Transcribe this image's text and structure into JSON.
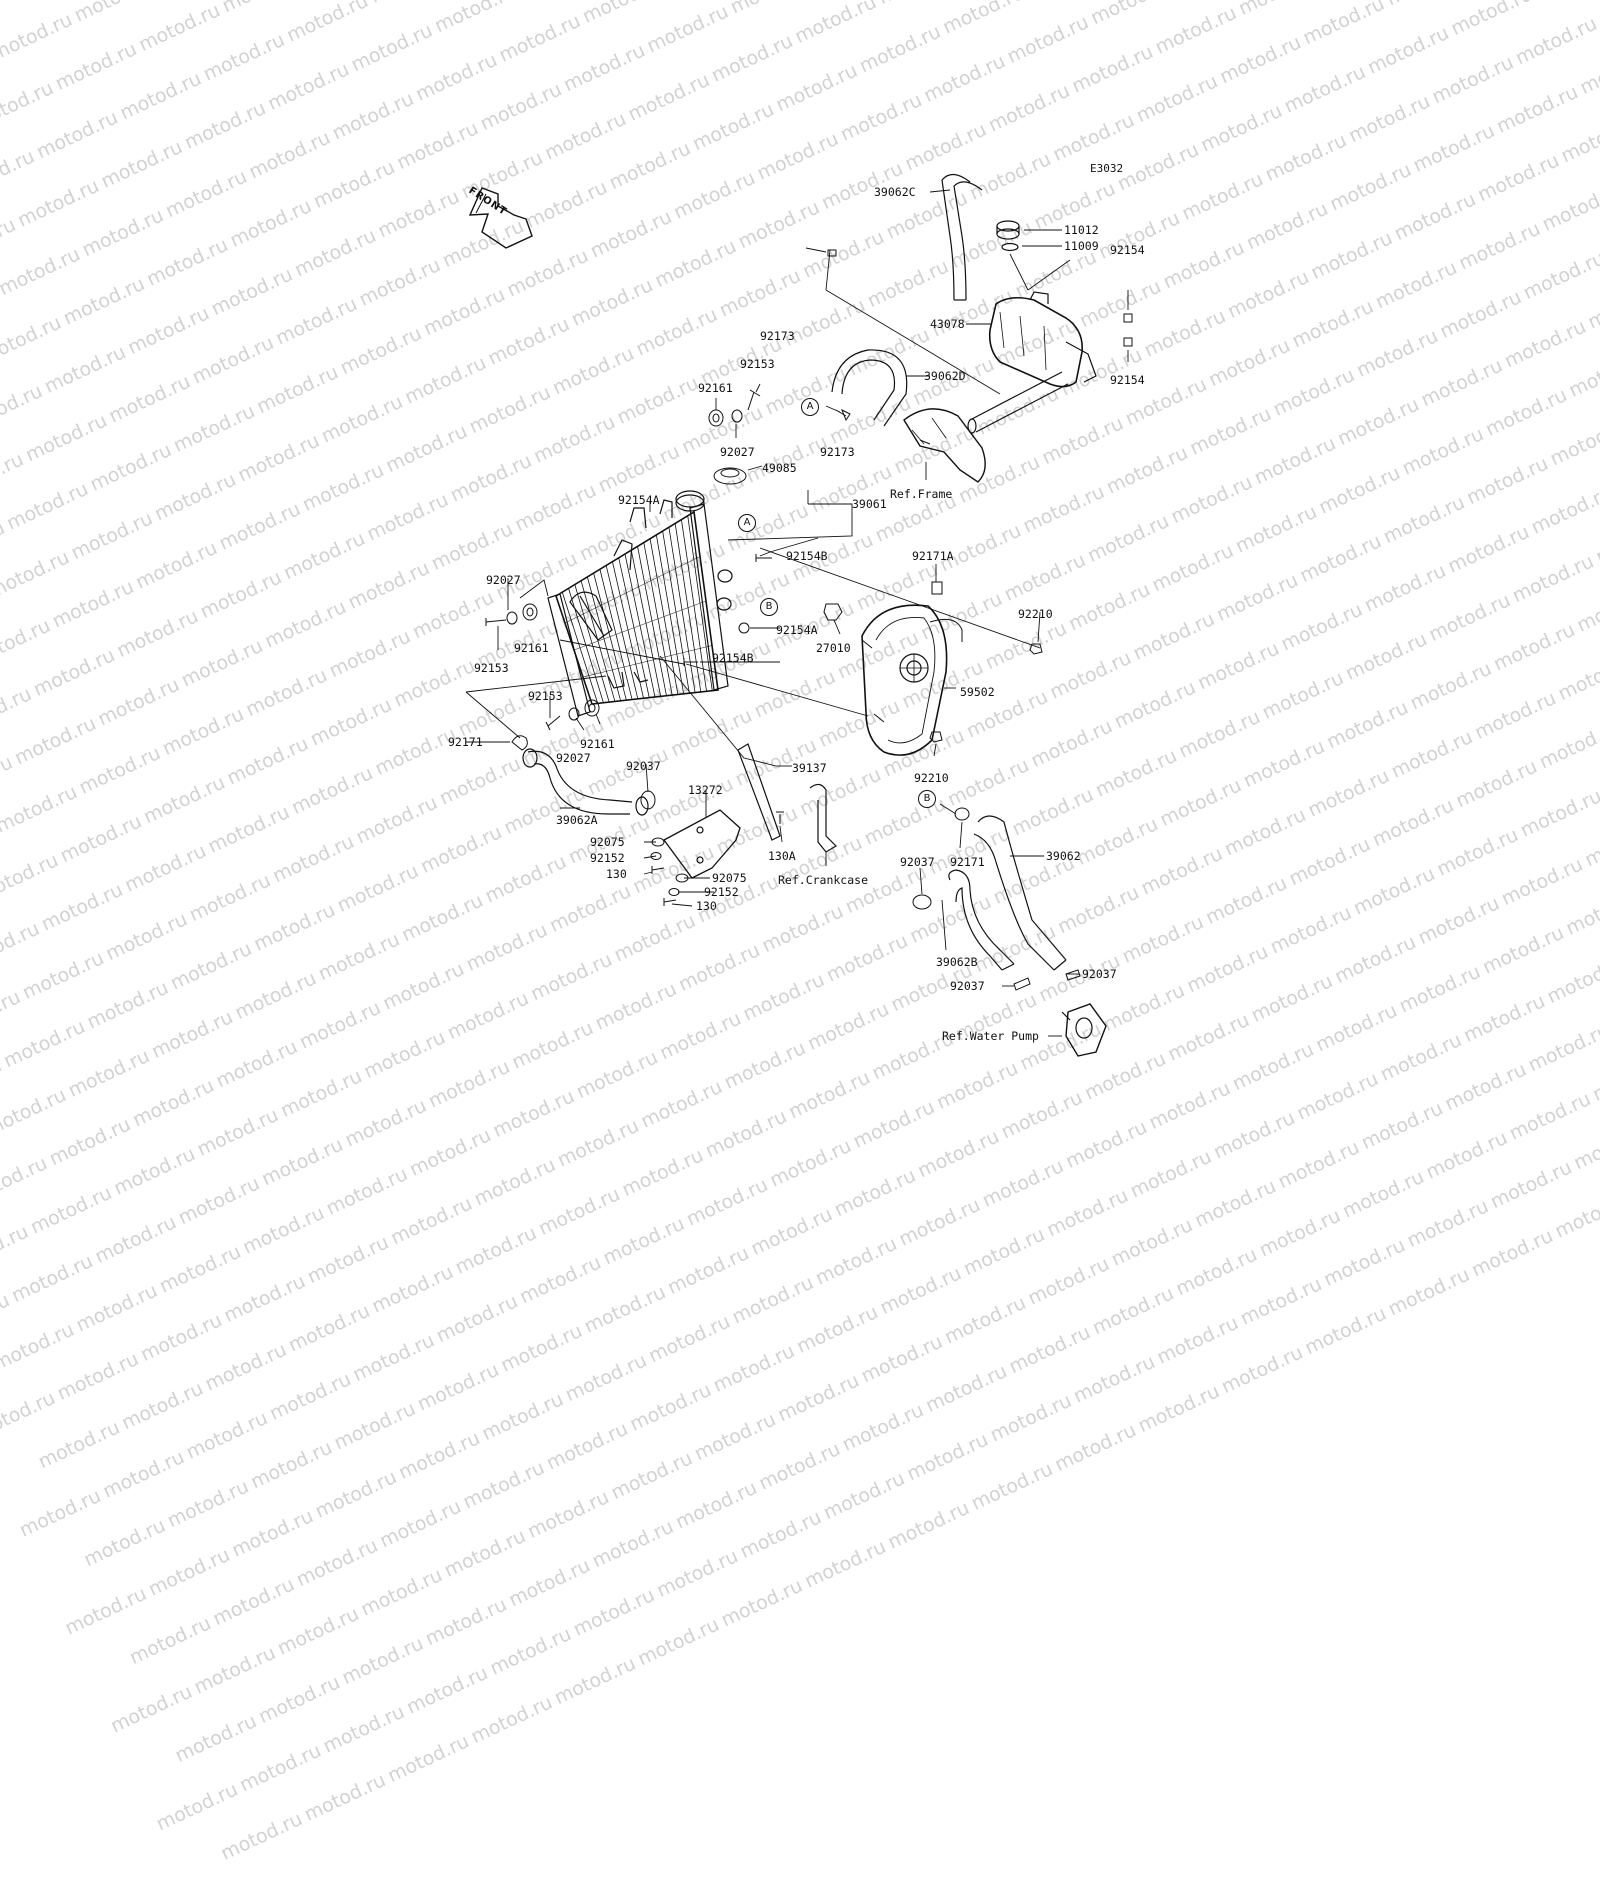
{
  "diagram_code": "E3032",
  "front_label": "FRONT",
  "watermark": "motod.ru",
  "circle_refs": {
    "a1": "A",
    "a2": "A",
    "b1": "B",
    "b2": "B"
  },
  "refs": {
    "frame": "Ref.Frame",
    "crankcase": "Ref.Crankcase",
    "water_pump": "Ref.Water Pump"
  },
  "part_labels": {
    "p39062c": "39062C",
    "p11012": "11012",
    "p11009": "11009",
    "p92154_top1": "92154",
    "p43078": "43078",
    "p92154_top2": "92154",
    "p92173_1": "92173",
    "p39062d": "39062D",
    "p92173_2": "92173",
    "p92153_1": "92153",
    "p92161_1": "92161",
    "p92027_1": "92027",
    "p49085": "49085",
    "p39061": "39061",
    "p92154a_1": "92154A",
    "p92154b_1": "92154B",
    "p92171a": "92171A",
    "p92027_2": "92027",
    "p92161_2": "92161",
    "p92153_2": "92153",
    "p92154a_2": "92154A",
    "p27010": "27010",
    "p92210_1": "92210",
    "p92154b_2": "92154B",
    "p59502": "59502",
    "p92153_3": "92153",
    "p92171_1": "92171",
    "p92027_3": "92027",
    "p92161_3": "92161",
    "p92037_1": "92037",
    "p39137": "39137",
    "p92210_2": "92210",
    "p13272": "13272",
    "p39062a": "39062A",
    "p92075_1": "92075",
    "p92152_1": "92152",
    "p130_1": "130",
    "p130a": "130A",
    "p92075_2": "92075",
    "p92152_2": "92152",
    "p130_2": "130",
    "p92037_2": "92037",
    "p92171_2": "92171",
    "p39062": "39062",
    "p39062b": "39062B",
    "p92037_3": "92037",
    "p92037_4": "92037"
  }
}
